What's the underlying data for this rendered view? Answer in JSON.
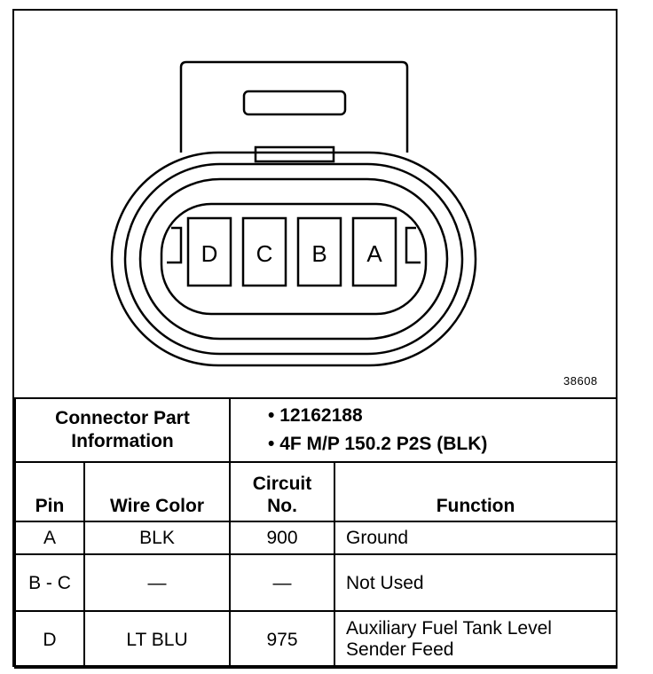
{
  "figure_number": "38608",
  "connector": {
    "pin_labels": [
      "D",
      "C",
      "B",
      "A"
    ],
    "part_info_label": "Connector Part Information",
    "part_info": [
      "12162188",
      "4F M/P 150.2 P2S (BLK)"
    ]
  },
  "table": {
    "headers": {
      "pin": "Pin",
      "wire_color": "Wire Color",
      "circuit_no": "Circuit No.",
      "function": "Function"
    },
    "rows": [
      {
        "pin": "A",
        "wire_color": "BLK",
        "circuit": "900",
        "function": "Ground"
      },
      {
        "pin": "B - C",
        "wire_color": "—",
        "circuit": "—",
        "function": "Not Used"
      },
      {
        "pin": "D",
        "wire_color": "LT BLU",
        "circuit": "975",
        "function": "Auxiliary Fuel Tank Level Sender Feed"
      }
    ]
  }
}
